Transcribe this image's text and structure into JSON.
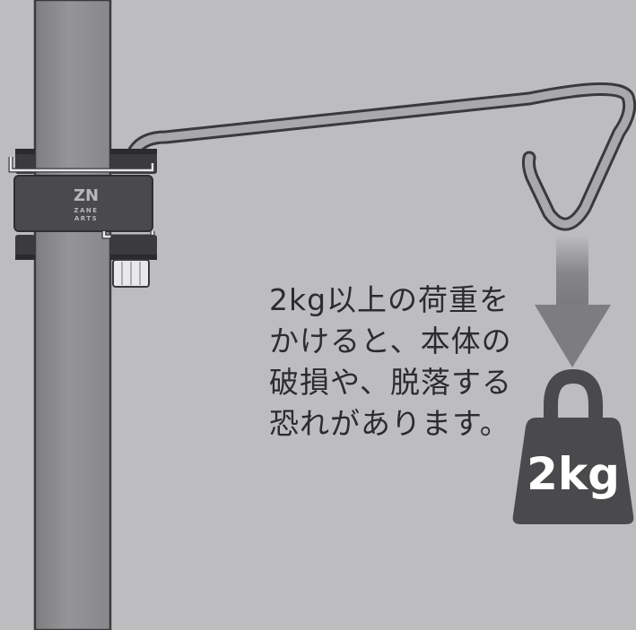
{
  "warning": {
    "lines": [
      "2kg以上の荷重を",
      "かけると、本体の",
      "破損や、脱落する",
      "恐れがあります。"
    ]
  },
  "weight": {
    "label": "2kg"
  },
  "logo": {
    "mark": "ZN",
    "line1": "ZANE",
    "line2": "ARTS"
  },
  "colors": {
    "background": "#bdbdbf",
    "pole": "#8e8e91",
    "clamp": "#3b3b3d",
    "weight": "#4a4a4c",
    "arrow": "#7d7d80"
  }
}
